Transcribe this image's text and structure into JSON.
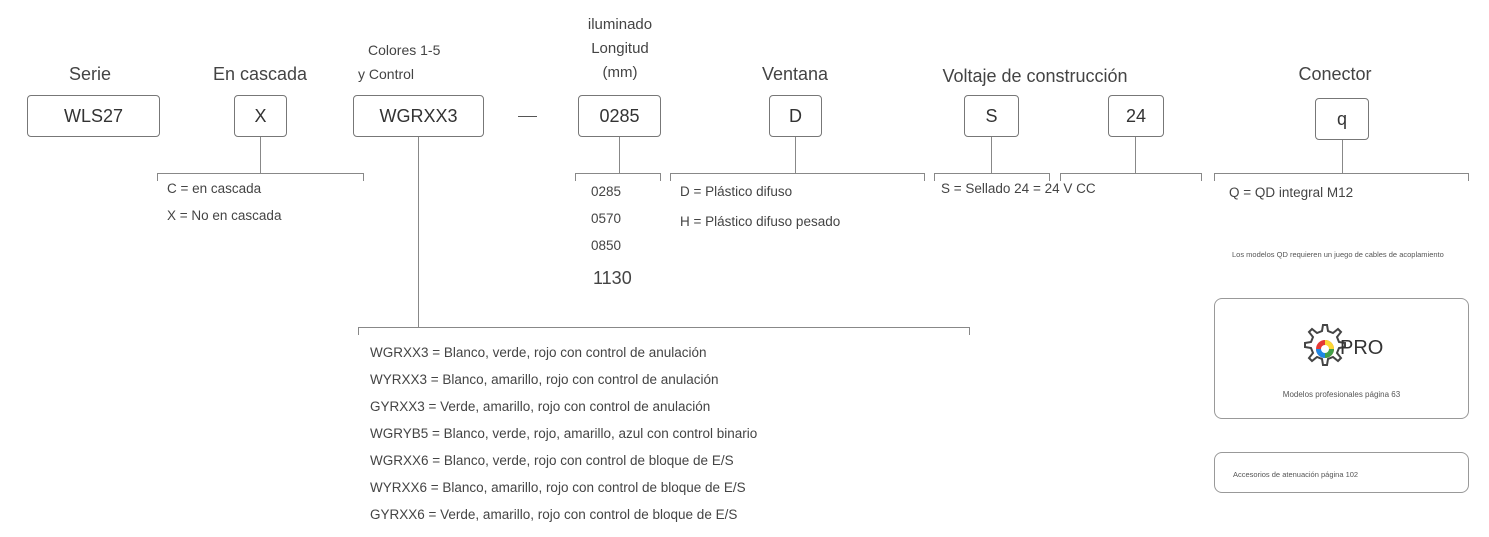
{
  "headers": {
    "serie": "Serie",
    "cascada": "En cascada",
    "colores_line1": "Colores 1-5",
    "colores_line2": "y Control",
    "long_line1": "iluminado",
    "long_line2": "Longitud",
    "long_line3": "(mm)",
    "ventana": "Ventana",
    "voltaje": "Voltaje de construcción",
    "conector": "Conector"
  },
  "boxes": {
    "serie": "WLS27",
    "cascada": "X",
    "colores": "WGRXX3",
    "longitud": "0285",
    "ventana": "D",
    "construccion": "S",
    "voltaje": "24",
    "conector": "q"
  },
  "cascada_options": [
    "C = en cascada",
    "X = No en cascada"
  ],
  "longitud_options": [
    "0285",
    "0570",
    "0850",
    "1130"
  ],
  "ventana_options": [
    "D = Plástico difuso",
    "H = Plástico difuso pesado"
  ],
  "construccion_option": "S = Sellado 24 = 24 V CC",
  "conector_option": "Q = QD integral M12",
  "conector_note": "Los modelos QD requieren un juego de cables de acoplamiento",
  "color_options": [
    "WGRXX3 = Blanco, verde, rojo con control de anulación",
    "WYRXX3 = Blanco, amarillo, rojo con control de anulación",
    "GYRXX3 = Verde, amarillo, rojo con control de anulación",
    "WGRYB5 = Blanco, verde, rojo, amarillo, azul con control binario",
    "WGRXX6 = Blanco, verde, rojo con control de bloque de E/S",
    "WYRXX6 = Blanco, amarillo, rojo con control de bloque de E/S",
    "GYRXX6 = Verde, amarillo, rojo con control de bloque de E/S"
  ],
  "pro_card": {
    "logo_text": "PRO",
    "caption": "Modelos profesionales página 63"
  },
  "accessories_card": {
    "caption": "Accesorios de atenuación página 102"
  },
  "icon": "gear-pro-icon"
}
